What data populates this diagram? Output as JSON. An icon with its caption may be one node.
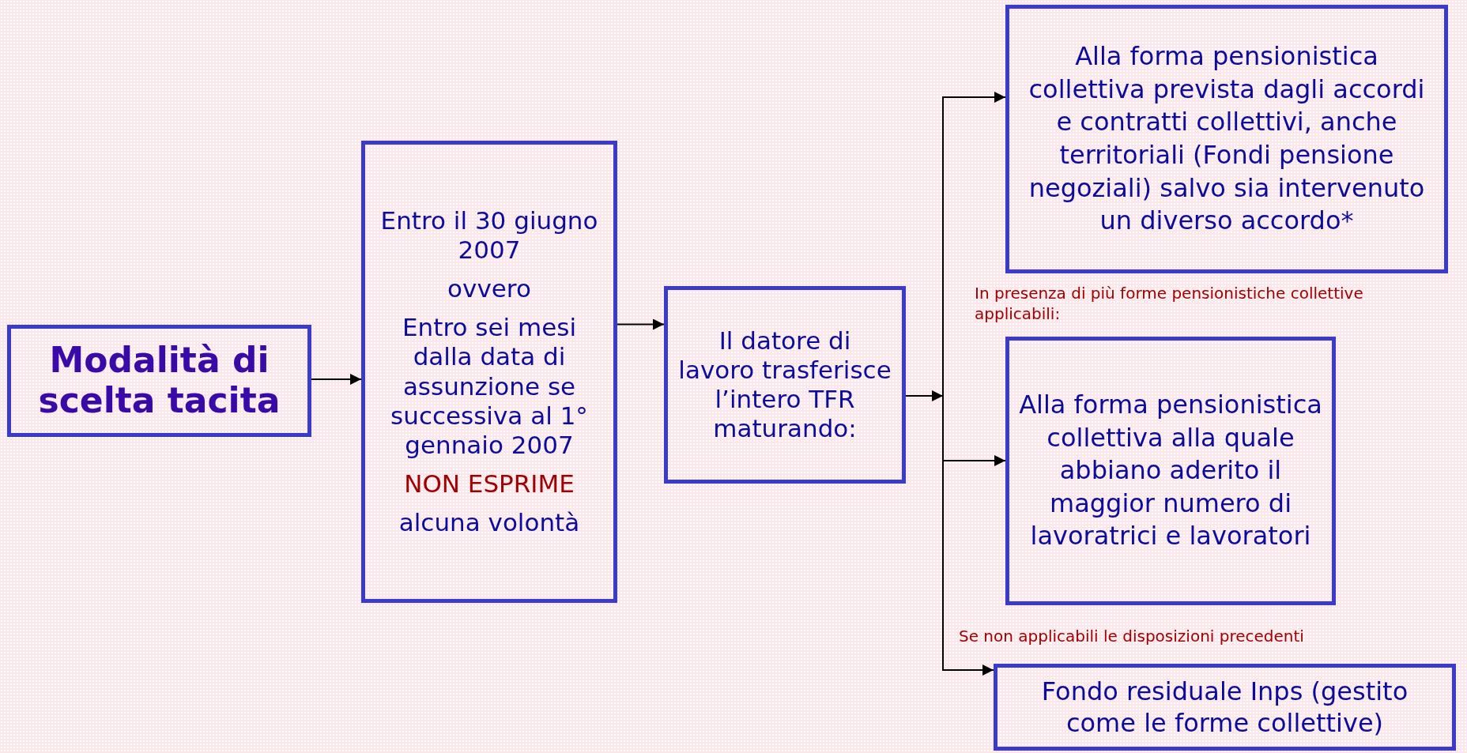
{
  "diagram": {
    "nodes": [
      {
        "text": [
          "Modalità di scelta tacita"
        ]
      },
      {
        "text": [
          "Entro il 30 giugno 2007",
          "ovvero",
          "Entro sei mesi dalla data di assunzione se successiva al 1° gennaio 2007",
          "NON ESPRIME",
          "alcuna volontà"
        ]
      },
      {
        "text": [
          "Il datore di lavoro trasferisce l’intero TFR maturando:"
        ]
      },
      {
        "text": [
          "Alla forma pensionistica collettiva prevista dagli accordi e contratti collettivi, anche territoriali (Fondi pensione negoziali) salvo sia intervenuto un diverso accordo*"
        ]
      },
      {
        "text": [
          "Alla forma pensionistica collettiva alla quale abbiano aderito il maggior numero di lavoratrici e lavoratori"
        ]
      },
      {
        "text": [
          "Fondo residuale Inps (gestito come le forme collettive)"
        ]
      }
    ],
    "edges": [
      {
        "from": 0,
        "to": 1,
        "arrow": "to"
      },
      {
        "from": 1,
        "to": 2,
        "arrow": "to"
      },
      {
        "from": 2,
        "to": 3,
        "arrow": "to"
      },
      {
        "from": 2,
        "to": 4,
        "arrow": "to"
      },
      {
        "from": 2,
        "to": 5,
        "arrow": "to"
      }
    ],
    "labels": [
      "In presenza di più forme pensionistiche collettive applicabili:",
      "Se non applicabili le disposizioni precedenti"
    ]
  }
}
